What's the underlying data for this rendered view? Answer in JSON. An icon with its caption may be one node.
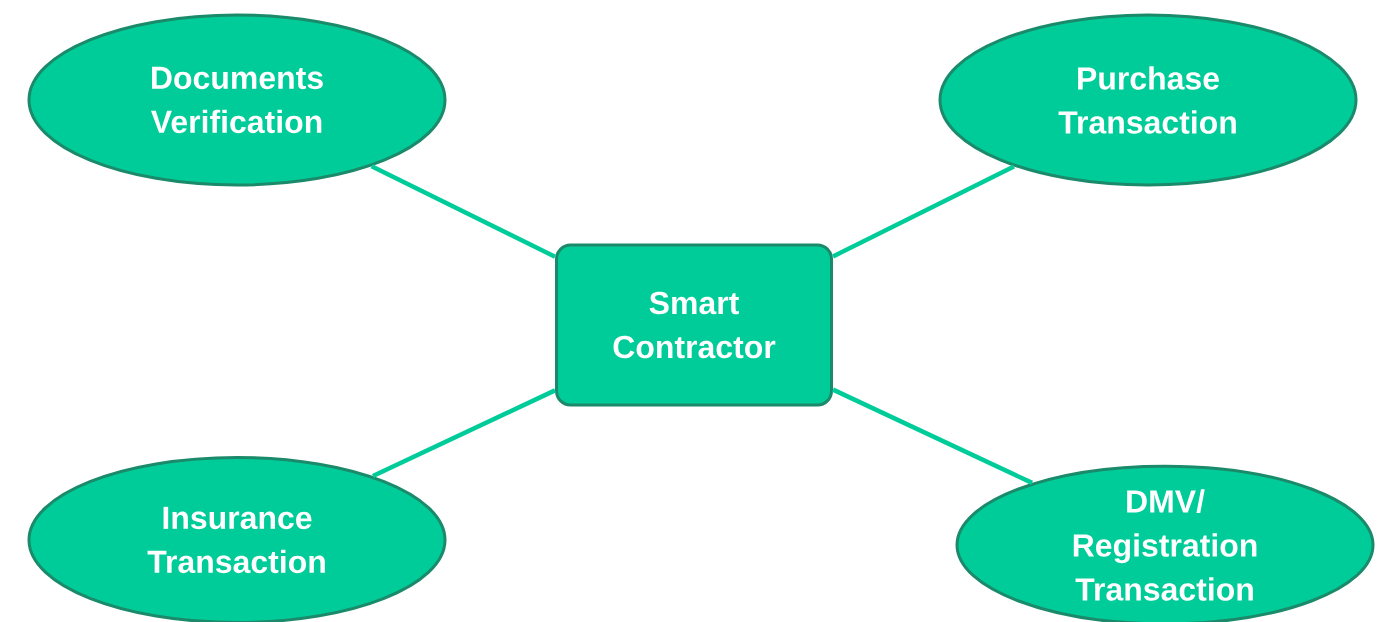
{
  "diagram": {
    "nodes": [
      {
        "text": [
          "Documents Verification"
        ]
      },
      {
        "text": [
          "Purchase Transaction"
        ]
      },
      {
        "text": [
          "Smart Contractor"
        ]
      },
      {
        "text": [
          "Insurance Transaction"
        ]
      },
      {
        "text": [
          "DMV/ Registration Transaction"
        ]
      }
    ],
    "edges": [
      {
        "from": 2,
        "to": 0,
        "arrow": "none"
      },
      {
        "from": 2,
        "to": 1,
        "arrow": "none"
      },
      {
        "from": 2,
        "to": 3,
        "arrow": "none"
      },
      {
        "from": 2,
        "to": 4,
        "arrow": "none"
      }
    ]
  }
}
